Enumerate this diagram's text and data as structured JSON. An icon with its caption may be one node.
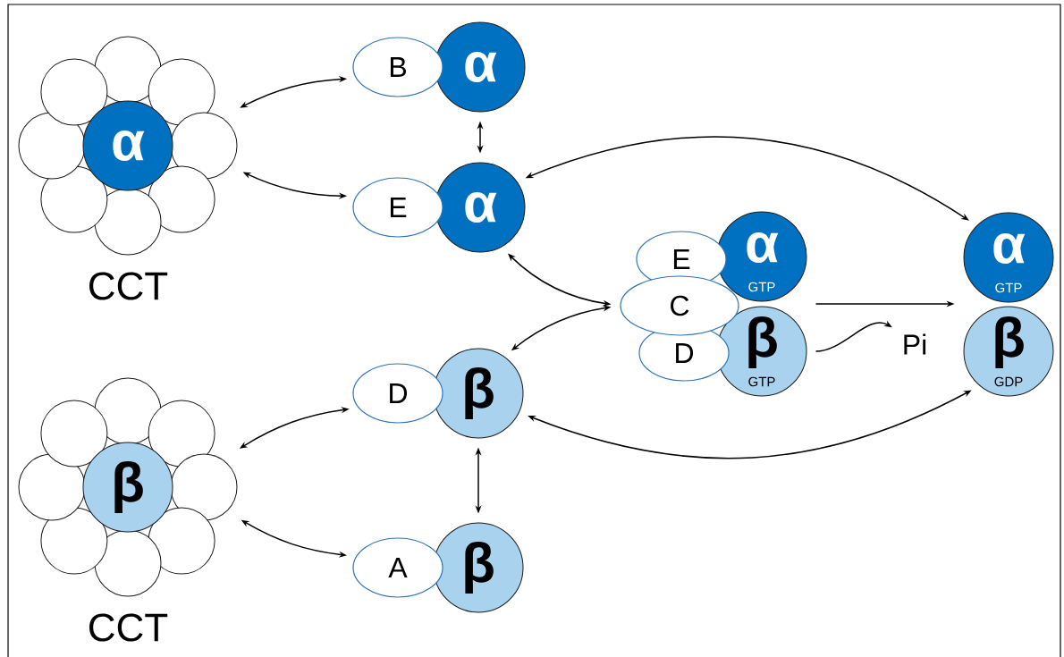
{
  "diagram": {
    "nodes": [
      {
        "text": [
          "α"
        ],
        "beside": [
          "CCT"
        ]
      },
      {
        "text": [
          "B"
        ]
      },
      {
        "text": [
          "α"
        ]
      },
      {
        "text": [
          "E"
        ]
      },
      {
        "text": [
          "α"
        ]
      },
      {
        "text": [
          "E"
        ]
      },
      {
        "text": [
          "α",
          "GTP"
        ]
      },
      {
        "text": [
          "C"
        ]
      },
      {
        "text": [
          "D"
        ]
      },
      {
        "text": [
          "β",
          "GTP"
        ]
      },
      {
        "text": [
          "α",
          "GTP"
        ]
      },
      {
        "text": [
          "β",
          "GDP"
        ]
      },
      {
        "text": [
          "Pi"
        ]
      },
      {
        "text": [
          "D"
        ]
      },
      {
        "text": [
          "β"
        ]
      },
      {
        "text": [
          "A"
        ]
      },
      {
        "text": [
          "β"
        ]
      },
      {
        "text": [
          "β"
        ],
        "beside": [
          "CCT"
        ]
      }
    ],
    "edges": [
      {
        "from": 0,
        "to": 1,
        "arrow": "both"
      },
      {
        "from": 0,
        "to": 3,
        "arrow": "both"
      },
      {
        "from": 2,
        "to": 4,
        "arrow": "both"
      },
      {
        "from": 4,
        "to": 10,
        "arrow": "both"
      },
      {
        "from": 4,
        "to": 7,
        "arrow": "both"
      },
      {
        "from": 7,
        "to": 14,
        "arrow": "both"
      },
      {
        "from": 9,
        "to": 11,
        "arrow": "to"
      },
      {
        "from": 9,
        "to": 12,
        "arrow": "to"
      },
      {
        "from": 14,
        "to": 11,
        "arrow": "both"
      },
      {
        "from": 14,
        "to": 16,
        "arrow": "both"
      },
      {
        "from": 17,
        "to": 13,
        "arrow": "both"
      },
      {
        "from": 17,
        "to": 15,
        "arrow": "both"
      }
    ]
  }
}
